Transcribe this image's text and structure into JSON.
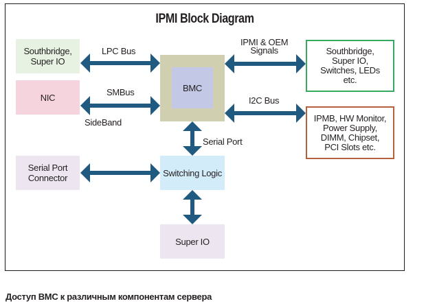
{
  "title": "IPMI Block Diagram",
  "colors": {
    "arrow": "#215a80",
    "southbridge_left": "#e7f2e3",
    "nic": "#f6d4de",
    "bmc_outer": "#d0cfb0",
    "bmc_inner": "#c3c8e6",
    "green_border": "#37a85e",
    "orange_border": "#b4603a",
    "lavender": "#ede6f1",
    "switching": "#d3ecf9"
  },
  "nodes": {
    "southbridge_left": "Southbridge,\nSuper IO",
    "nic": "NIC",
    "bmc": "BMC",
    "southbridge_right": "Southbridge,\nSuper IO,\nSwitches, LEDs\netc.",
    "ipmb": "IPMB, HW Monitor,\nPower Supply,\nDIMM, Chipset,\nPCI Slots etc.",
    "serial_port_connector": "Serial Port\nConnector",
    "switching_logic": "Switching Logic",
    "super_io": "Super IO"
  },
  "edge_labels": {
    "lpc_bus": "LPC Bus",
    "smbus": "SMBus",
    "sideband": "SideBand",
    "ipmi_oem": "IPMI & OEM\nSignals",
    "i2c_bus": "I2C Bus",
    "serial_port": "Serial Port"
  },
  "caption": "Доступ BMC к различным компонентам сервера"
}
